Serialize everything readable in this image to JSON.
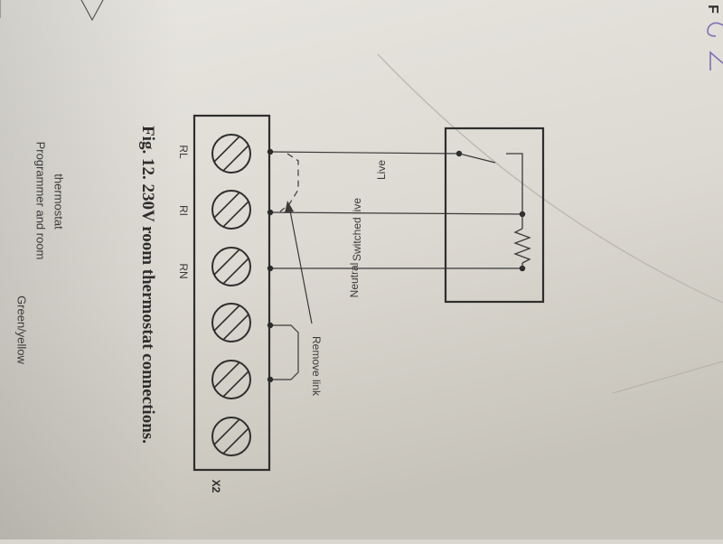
{
  "figure": {
    "caption": "Fig. 12. 230V room thermostat connections.",
    "corner_letter": "F",
    "panel_label": "X2"
  },
  "upper_page": {
    "label_green_yellow": "Green/yellow",
    "label_programmer_1": "Programmer and room",
    "label_programmer_2": "thermostat"
  },
  "terminals": {
    "RN": "RN",
    "RI": "RI",
    "RL": "RL"
  },
  "wires": {
    "live": "Live",
    "switched_live": "Switched live",
    "neutral": "Neutral"
  },
  "annotations": {
    "remove_link": "Remove link",
    "handwriting": "NG"
  },
  "colors": {
    "paper_top": "#e6e4de",
    "paper_bottom": "#c9c6bd",
    "ink": "#3a3a3a",
    "pen": "#7c6fb8"
  }
}
